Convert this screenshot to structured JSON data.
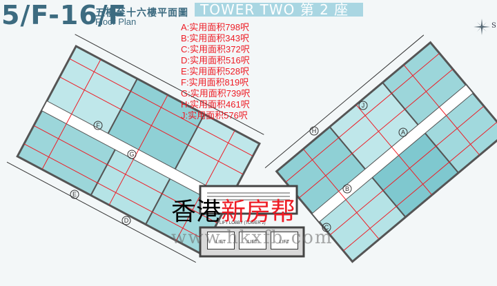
{
  "header": {
    "floor_range": "5/F-16/F",
    "title_cn": "五樓至十六樓平面圖",
    "title_en": "Floor Plan",
    "tower_label": "TOWER TWO  第 2 座"
  },
  "compass": {
    "icon": "compass-star-icon",
    "direction_label": "S"
  },
  "unit_areas": [
    {
      "unit": "A",
      "label": "A:实用面积798呎",
      "sqft": 798
    },
    {
      "unit": "B",
      "label": "B:实用面积343呎",
      "sqft": 343
    },
    {
      "unit": "C",
      "label": "C:实用面积372呎",
      "sqft": 372
    },
    {
      "unit": "D",
      "label": "D:实用面积516呎",
      "sqft": 516
    },
    {
      "unit": "E",
      "label": "E:实用面积528呎",
      "sqft": 528
    },
    {
      "unit": "F",
      "label": "F:实用面积819呎",
      "sqft": 819
    },
    {
      "unit": "G",
      "label": "G:实用面积739呎",
      "sqft": 739
    },
    {
      "unit": "H",
      "label": "H:实用面积461呎",
      "sqft": 461
    },
    {
      "unit": "J",
      "label": "J:实用面积576呎",
      "sqft": 576
    }
  ],
  "plan_units": [
    "A",
    "B",
    "C",
    "D",
    "E",
    "F",
    "G",
    "H",
    "J"
  ],
  "lift_lobby": {
    "label": "LIFT LOBBY (TOWER 2)",
    "lifts": [
      "LIFT",
      "LIFT",
      "LIFT"
    ]
  },
  "watermark": {
    "text_black": "香港",
    "text_red": "新房帮",
    "url": "www.hkxfb.com"
  },
  "colors": {
    "title": "#3c6b80",
    "tower_bg": "#a9d6e2",
    "area_text": "#ee1c25",
    "unit_fill": "#9fd6dc",
    "dim_lines": "#ee1c25",
    "walls": "#555555"
  }
}
